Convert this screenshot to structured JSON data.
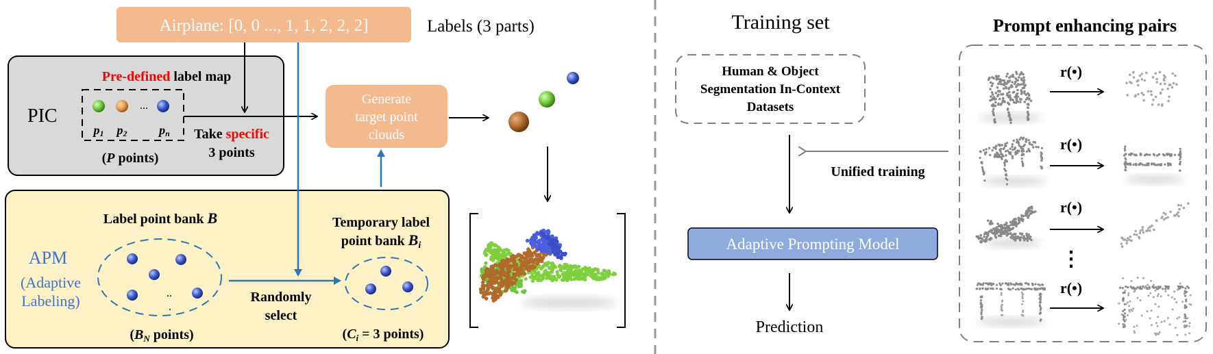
{
  "labels_box": {
    "text": "Airplane: [0, 0  ..., 1, 1, 2, 2, 2]",
    "caption": "Labels (3 parts)"
  },
  "pic": {
    "title": "PIC",
    "label_map_highlight": "Pre-defined",
    "label_map_rest": " label map",
    "ellipsis": "...",
    "p1": "p",
    "p1_sub": "1",
    "p2": "p",
    "p2_sub": "2",
    "pn": "p",
    "pn_sub": "n",
    "count_open": "(",
    "count_var": "P",
    "count_rest": " points)",
    "take_prefix": "Take ",
    "take_highlight": "specific",
    "take_line2": "3 points"
  },
  "generate": {
    "line1": "Generate",
    "line2": "target point",
    "line3": "clouds"
  },
  "apm": {
    "title": "APM",
    "subtitle1": "(Adaptive",
    "subtitle2": "Labeling)",
    "bank_prefix": "Label point bank ",
    "bank_var": "B",
    "bank_count_open": "(",
    "bank_count_var": "B",
    "bank_count_sub": "N",
    "bank_count_rest": " points)",
    "dots_h": "..",
    "dots_v": ".",
    "random_line1": "Randomly",
    "random_line2": "select",
    "temp_line1": "Temporary label",
    "temp_line2_prefix": "point bank ",
    "temp_var": "B",
    "temp_sub": "i",
    "temp_count_open": "(",
    "temp_count_var": "C",
    "temp_count_sub": "i",
    "temp_count_rest": " = 3 points)"
  },
  "training": {
    "title": "Training set",
    "dataset_line1": "Human & Object",
    "dataset_line2": "Segmentation In-Context",
    "dataset_line3": "Datasets",
    "unified": "Unified training",
    "model": "Adaptive Prompting Model",
    "prediction": "Prediction"
  },
  "prompt_pairs": {
    "title": "Prompt enhancing pairs",
    "op": "r(•)",
    "vdots": "⋮"
  },
  "colors": {
    "label_box": "#f5b98e",
    "pic_bg": "#d9d9d9",
    "apm_bg": "#fdf1c6",
    "apm_text": "#4472c4",
    "arrow_blue": "#2e75b6",
    "red": "#ff0000",
    "model_box": "#8faadc",
    "green": "#7fcf3f",
    "orange": "#c8843c",
    "blue_dot": "#3a56c8"
  }
}
